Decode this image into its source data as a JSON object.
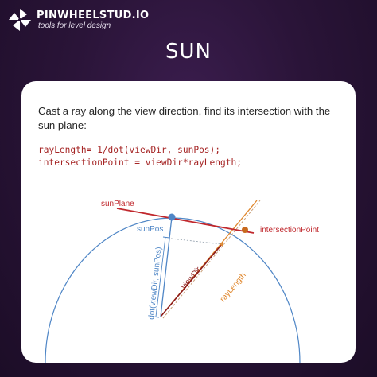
{
  "brand": {
    "name": "PINWHEELSTUD.IO",
    "tagline": "tools for level design",
    "icon": "pinwheel-logo"
  },
  "title": "SUN",
  "card": {
    "description": "Cast a ray along the view direction, find its intersection with the sun plane:",
    "code": [
      "rayLength= 1/dot(viewDir, sunPos);",
      "intersectionPoint = viewDir*rayLength;"
    ]
  },
  "diagram": {
    "labels": {
      "sun_plane": "sunPlane",
      "sun_pos": "sunPos",
      "intersection_point": "intersectionPoint",
      "view_dir": "viewDir",
      "ray_length": "rayLength",
      "dot_label": "dot(viewDir, sunPos)"
    }
  },
  "colors": {
    "background": "#2a1438",
    "sun_plane": "#c0282d",
    "blue": "#4f86c6",
    "orange": "#e0872d",
    "dark_red": "#8c1c1c",
    "code": "#a52424"
  }
}
